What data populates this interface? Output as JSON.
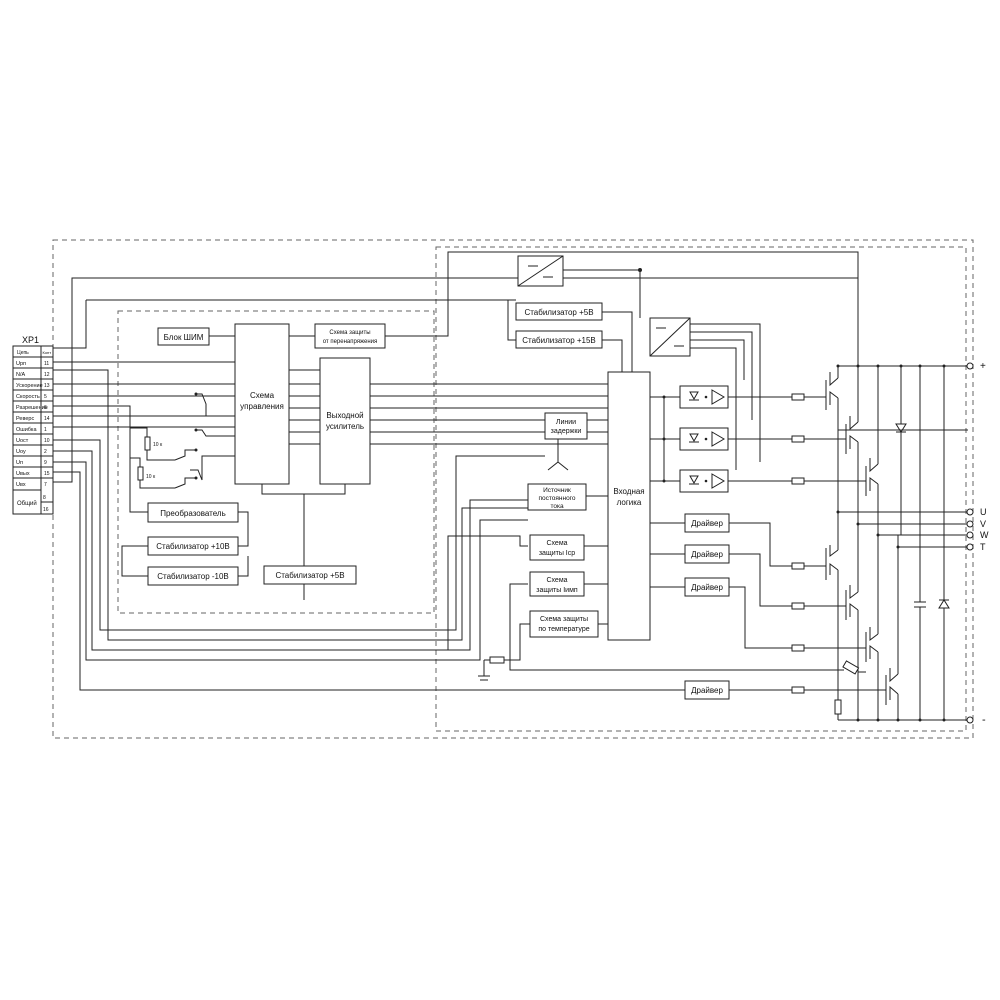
{
  "connector": {
    "name": "XP1",
    "header_signal": "Цепь",
    "header_pin": "Конт",
    "pins": [
      {
        "signal": "Uрп",
        "pin": "11"
      },
      {
        "signal": "N/A",
        "pin": "12"
      },
      {
        "signal": "Ускорение",
        "pin": "13"
      },
      {
        "signal": "Скорость",
        "pin": "5"
      },
      {
        "signal": "Разрешение",
        "pin": "6"
      },
      {
        "signal": "Реверс",
        "pin": "14"
      },
      {
        "signal": "Ошибка",
        "pin": "1"
      },
      {
        "signal": "Uост",
        "pin": "10"
      },
      {
        "signal": "Uоу",
        "pin": "2"
      },
      {
        "signal": "Uп",
        "pin": "9"
      },
      {
        "signal": "Uвых",
        "pin": "15"
      },
      {
        "signal": "Uвх",
        "pin": "7"
      }
    ],
    "common": {
      "signal": "Общий",
      "pins": [
        "8",
        "16"
      ]
    }
  },
  "blocks": {
    "pwm": "Блок ШИМ",
    "overvoltage": [
      "Схема защиты",
      "от перенапряжения"
    ],
    "control": [
      "Схема",
      "управления"
    ],
    "amplifier": [
      "Выходной",
      "усилитель"
    ],
    "converter": "Преобразователь",
    "stab_p10": "Стабилизатор +10В",
    "stab_m10": "Стабилизатор -10В",
    "stab_5_left": "Стабилизатор +5В",
    "stab_5_right": "Стабилизатор +5В",
    "stab_15": "Стабилизатор +15В",
    "delay": [
      "Линии",
      "задержки"
    ],
    "current_source": [
      "Источник",
      "постоянного",
      "тока"
    ],
    "input_logic": [
      "Входная",
      "логика"
    ],
    "prot_avg": [
      "Схема",
      "защиты Iср"
    ],
    "prot_imp": [
      "Схема",
      "защиты Iимп"
    ],
    "prot_temp": [
      "Схема защиты",
      "по температуре"
    ],
    "driver": "Драйвер"
  },
  "resistor_labels": [
    "10 к",
    "10 к"
  ],
  "outputs": {
    "plus": "+",
    "u": "U",
    "v": "V",
    "w": "W",
    "t": "T",
    "minus": "-"
  }
}
